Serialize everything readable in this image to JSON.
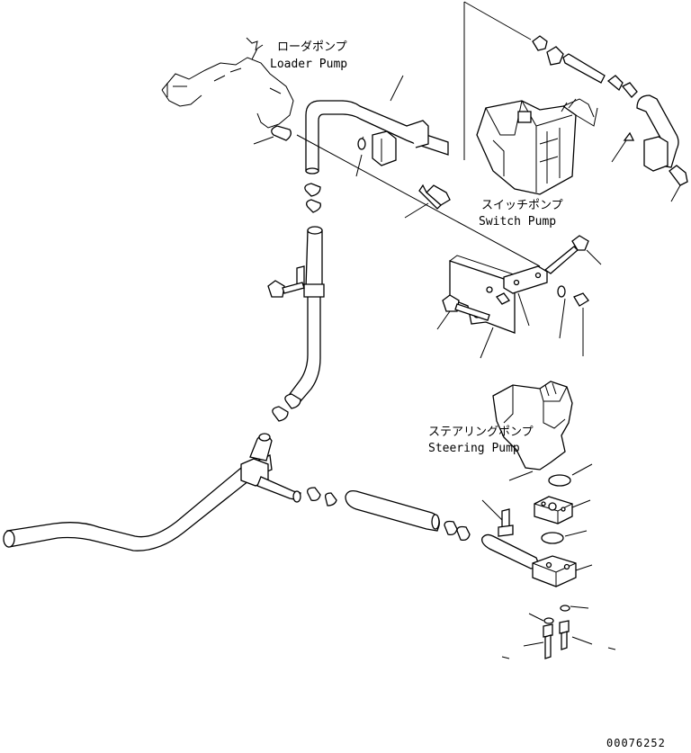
{
  "labels": {
    "loader_pump_jp": "ローダポンプ",
    "loader_pump_en": "Loader Pump",
    "switch_pump_jp": "スイッチポンプ",
    "switch_pump_en": "Switch Pump",
    "steering_pump_jp": "ステアリングポンプ",
    "steering_pump_en": "Steering Pump"
  },
  "drawing_number": "00076252"
}
